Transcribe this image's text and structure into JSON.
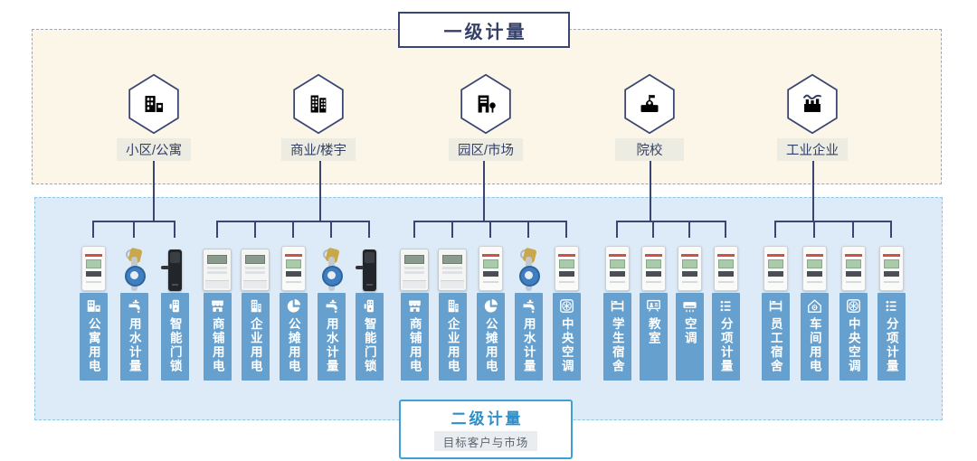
{
  "level1": {
    "title": "一级计量",
    "categories": [
      {
        "label": "小区/公寓",
        "icon": "residential-buildings-icon"
      },
      {
        "label": "商业/楼宇",
        "icon": "commercial-tower-icon"
      },
      {
        "label": "园区/市场",
        "icon": "campus-market-icon"
      },
      {
        "label": "院校",
        "icon": "school-icon"
      },
      {
        "label": "工业企业",
        "icon": "factory-icon"
      }
    ]
  },
  "level2": {
    "title": "二级计量",
    "subtitle": "目标客户与市场",
    "groups": [
      {
        "category": "小区/公寓",
        "items": [
          {
            "label": "公寓用电",
            "icon": "apartment-power-icon",
            "device": "electric-meter-small"
          },
          {
            "label": "用水计量",
            "icon": "faucet-icon",
            "device": "water-meter"
          },
          {
            "label": "智能门锁",
            "icon": "smart-lock-icon",
            "device": "smart-lock"
          }
        ]
      },
      {
        "category": "商业/楼宇",
        "items": [
          {
            "label": "商铺用电",
            "icon": "storefront-icon",
            "device": "electric-meter-large"
          },
          {
            "label": "企业用电",
            "icon": "office-building-icon",
            "device": "electric-meter-large"
          },
          {
            "label": "公摊用电",
            "icon": "pie-chart-icon",
            "device": "electric-meter-small"
          },
          {
            "label": "用水计量",
            "icon": "faucet-icon",
            "device": "water-meter"
          },
          {
            "label": "智能门锁",
            "icon": "smart-lock-icon",
            "device": "smart-lock"
          }
        ]
      },
      {
        "category": "园区/市场",
        "items": [
          {
            "label": "商铺用电",
            "icon": "storefront-icon",
            "device": "electric-meter-large"
          },
          {
            "label": "企业用电",
            "icon": "office-building-icon",
            "device": "electric-meter-large"
          },
          {
            "label": "公摊用电",
            "icon": "pie-chart-icon",
            "device": "electric-meter-small"
          },
          {
            "label": "用水计量",
            "icon": "faucet-icon",
            "device": "water-meter"
          },
          {
            "label": "中央空调",
            "icon": "hvac-icon",
            "device": "electric-meter-small"
          }
        ]
      },
      {
        "category": "院校",
        "items": [
          {
            "label": "学生宿舍",
            "icon": "dorm-bed-icon",
            "device": "electric-meter-small"
          },
          {
            "label": "教室",
            "icon": "classroom-icon",
            "device": "electric-meter-small"
          },
          {
            "label": "空调",
            "icon": "air-conditioner-icon",
            "device": "electric-meter-small"
          },
          {
            "label": "分项计量",
            "icon": "itemized-list-icon",
            "device": "electric-meter-small"
          }
        ]
      },
      {
        "category": "工业企业",
        "items": [
          {
            "label": "员工宿舍",
            "icon": "dorm-bed-icon",
            "device": "electric-meter-small"
          },
          {
            "label": "车间用电",
            "icon": "workshop-icon",
            "device": "electric-meter-small"
          },
          {
            "label": "中央空调",
            "icon": "hvac-icon",
            "device": "electric-meter-small"
          },
          {
            "label": "分项计量",
            "icon": "itemized-list-icon",
            "device": "electric-meter-small"
          }
        ]
      }
    ]
  },
  "colors": {
    "navy": "#3A4672",
    "icon_navy": "#333F66",
    "label_blue": "#66A0CE",
    "level1_bg": "#FBF6E8",
    "level1_border": "#9FA5B5",
    "level2_bg": "#DCEBF7",
    "level2_border": "#8CC5E6",
    "level2_accent": "#2D8FCB",
    "category_label_bg": "#EDECE3"
  }
}
